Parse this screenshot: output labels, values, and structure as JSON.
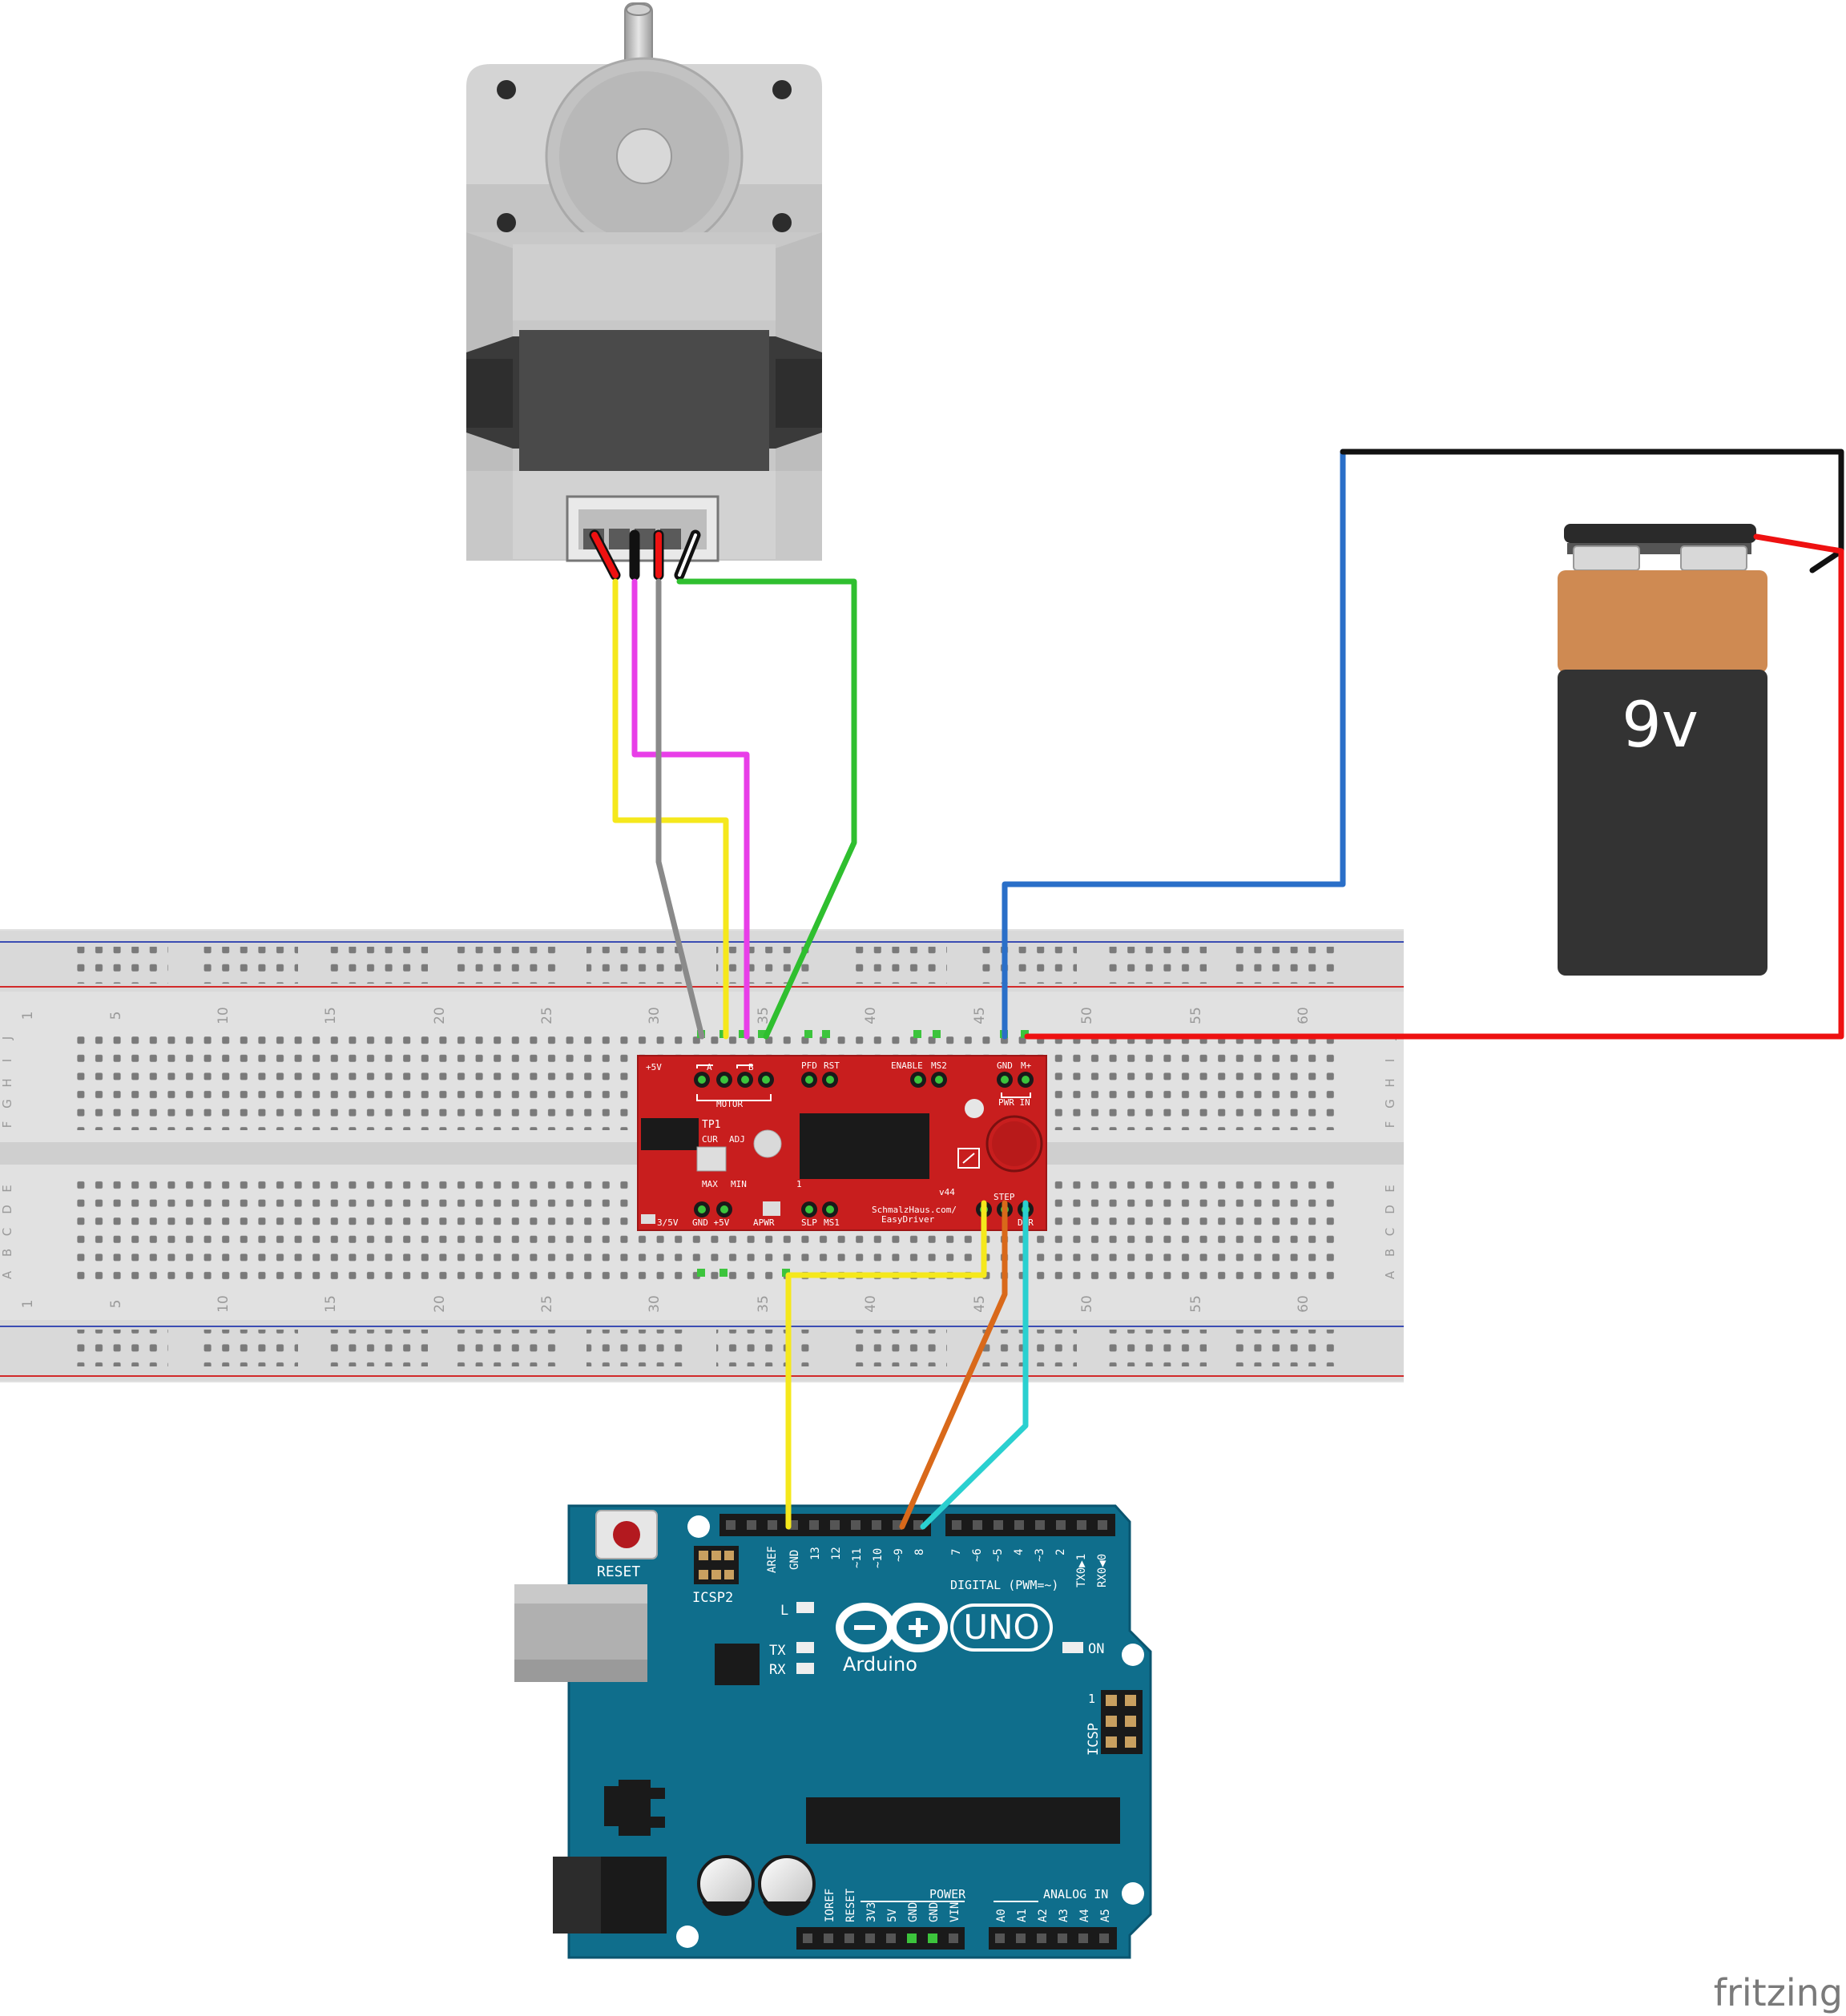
{
  "battery": {
    "label": "9v"
  },
  "easydriver": {
    "labels": {
      "v5": "+5V",
      "a": "A",
      "b": "B",
      "motor": "MOTOR",
      "pfd": "PFD",
      "rst": "RST",
      "enable": "ENABLE",
      "ms2": "MS2",
      "gnd_top": "GND",
      "m_plus": "M+",
      "pwr_in": "PWR IN",
      "tp1": "TP1",
      "cur": "CUR",
      "adj": "ADJ",
      "max": "MAX",
      "min": "MIN",
      "one": "1",
      "v44": "v44",
      "url1": "SchmalzHaus.com/",
      "url2": "EasyDriver",
      "step": "STEP",
      "dir": "DIR",
      "v33": "3/5V",
      "gnd_v5": "GND +5V",
      "apwr": "APWR",
      "slp": "SLP",
      "ms1": "MS1"
    }
  },
  "breadboard": {
    "column_numbers": [
      "1",
      "5",
      "10",
      "15",
      "20",
      "25",
      "30",
      "35",
      "40",
      "45",
      "50",
      "55",
      "60"
    ],
    "rows_top": [
      "J",
      "I",
      "H",
      "G",
      "F"
    ],
    "rows_bottom": [
      "E",
      "D",
      "C",
      "B",
      "A"
    ]
  },
  "arduino": {
    "reset": "RESET",
    "icsp2": "ICSP2",
    "icsp": "ICSP",
    "icsp_one": "1",
    "led_l": "L",
    "led_tx": "TX",
    "led_rx": "RX",
    "on": "ON",
    "uno": "UNO",
    "brand": "Arduino",
    "digital": "DIGITAL (PWM=~)",
    "power": "POWER",
    "analog": "ANALOG IN",
    "top_pins": [
      "AREF",
      "GND",
      "13",
      "12",
      "~11",
      "~10",
      "~9",
      "8"
    ],
    "top_pins2": [
      "7",
      "~6",
      "~5",
      "4",
      "~3",
      "2",
      "TX0▶1",
      "RX0◀0"
    ],
    "bottom_pins": [
      "IOREF",
      "RESET",
      "3V3",
      "5V",
      "GND",
      "GND",
      "VIN"
    ],
    "analog_pins": [
      "A0",
      "A1",
      "A2",
      "A3",
      "A4",
      "A5"
    ]
  },
  "watermark": "fritzing",
  "colors": {
    "wire_yellow": "#f5e81c",
    "wire_magenta": "#e83ee8",
    "wire_gray": "#8a8a8a",
    "wire_green": "#2fbf2f",
    "wire_blue": "#2a6fc8",
    "wire_red": "#ee1111",
    "wire_black": "#111111",
    "wire_orange": "#d9691a",
    "wire_cyan": "#2ad0d0",
    "driver_red": "#c81e1e",
    "arduino_teal": "#0f6e8c"
  }
}
